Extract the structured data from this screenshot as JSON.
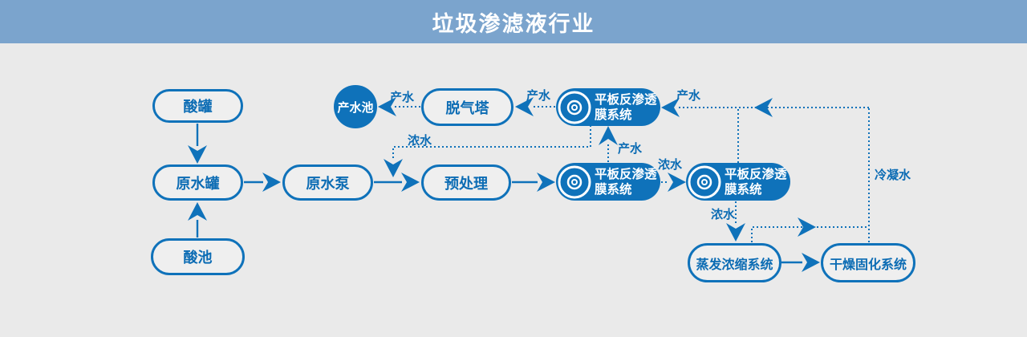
{
  "header": {
    "title": "垃圾渗滤液行业"
  },
  "nodes": {
    "acid_tank": "酸罐",
    "raw_water_tank": "原水罐",
    "acid_pool": "酸池",
    "raw_water_pump": "原水泵",
    "pretreatment": "预处理",
    "product_water_pool": "产水池",
    "degassing_tower": "脱气塔",
    "ro_system_line1": "平板反渗透",
    "ro_system_line2": "膜系统",
    "evaporation_system": "蒸发浓缩系统",
    "drying_system": "干燥固化系统"
  },
  "labels": {
    "product_water": "产水",
    "concentrate": "浓水",
    "condensate": "冷凝水"
  },
  "colors": {
    "accent_blue": "#0f72ba",
    "header_background": "#7ba4cd",
    "page_background": "#eaeaea",
    "node_fill": "#efefef",
    "text_on_blue": "#ffffff"
  }
}
